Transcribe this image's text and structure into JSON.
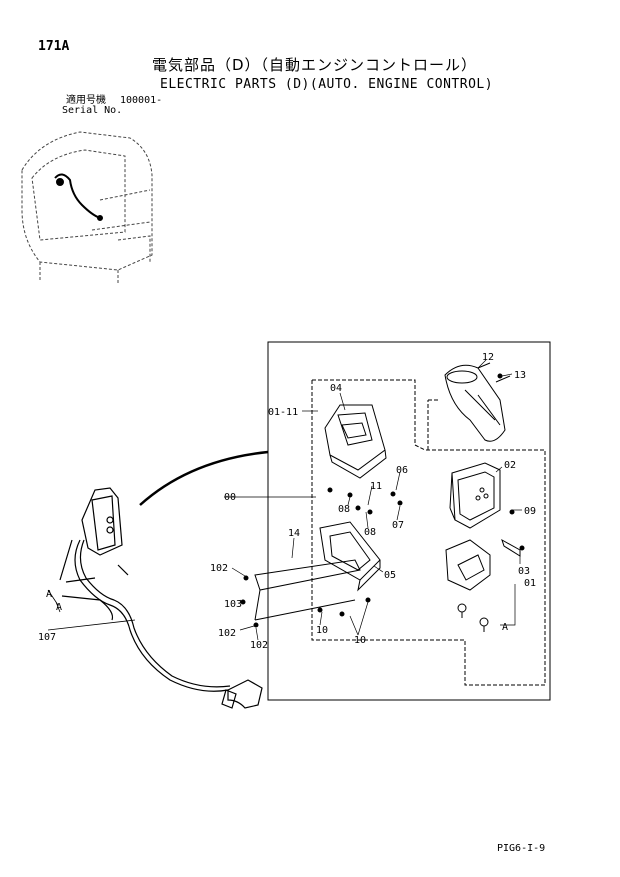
{
  "page_number": "171A",
  "title_jp": "電気部品（D）（自動エンジンコントロール）",
  "title_en": "ELECTRIC PARTS (D)(AUTO. ENGINE CONTROL)",
  "serial": {
    "label_jp": "適用号機",
    "label_en": "Serial No.",
    "value": "100001-"
  },
  "footer_code": "PIG6-I-9",
  "part_labels": {
    "p12": "12",
    "p13": "13",
    "p04": "04",
    "p0111": "01-11",
    "p06": "06",
    "p11": "11",
    "p02": "02",
    "p00": "00",
    "p08a": "08",
    "p08b": "08",
    "p07": "07",
    "p09": "09",
    "p14": "14",
    "p03": "03",
    "p01": "01",
    "p05": "05",
    "p102a": "102",
    "p103": "103",
    "p102b": "102",
    "p102c": "102",
    "p10a": "10",
    "p10b": "10",
    "p107": "107",
    "pA1": "A",
    "pA2": "A",
    "pA3": "A"
  }
}
